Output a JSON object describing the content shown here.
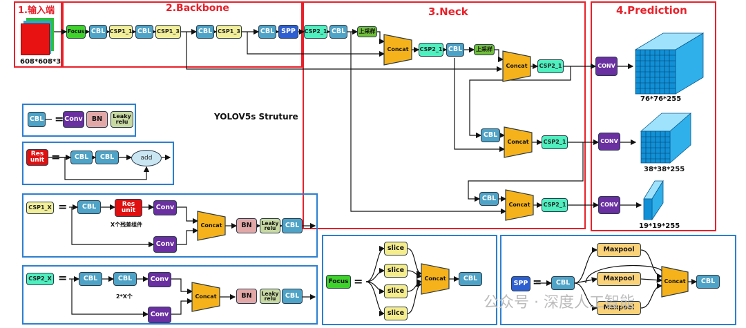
{
  "sections": {
    "input": "1.输入端",
    "backbone": "2.Backbone",
    "neck": "3.Neck",
    "prediction": "4.Prediction"
  },
  "input_size": "608*608*3",
  "title": "YOLOV5s Struture",
  "labels": {
    "cbl": "CBL",
    "focus": "Focus",
    "csp1_1": "CSP1_1",
    "csp1_3": "CSP1_3",
    "spp": "SPP",
    "csp2_1": "CSP2_1",
    "concat": "Concat",
    "upsample": "上采样",
    "conv": "CONV",
    "conv_legend": "Conv",
    "bn": "BN",
    "leaky": "Leaky relu",
    "res_unit": "Res unit",
    "add": "add",
    "csp1_x": "CSP1_X",
    "csp2_x": "CSP2_X",
    "slice": "slice",
    "maxpool": "Maxpool",
    "x_res": "X个残差组件",
    "two_x": "2*X个"
  },
  "outputs": [
    "76*76*255",
    "38*38*255",
    "19*19*255"
  ],
  "watermark": "公众号 · 深度人工智能",
  "colors": {
    "cbl": "#4ea3c6",
    "csp1": "#f2ef9a",
    "csp2": "#4ff0c0",
    "spp": "#2e5fd1",
    "focus": "#3fd12c",
    "conv": "#6a2fa0",
    "concat": "#f5b21a",
    "bn": "#e2a8a8",
    "leaky": "#c8d9a2",
    "res": "#e01010",
    "cube": "#1aa0e0",
    "frame_red": "#e8202a",
    "frame_blue": "#2b7fd0"
  }
}
